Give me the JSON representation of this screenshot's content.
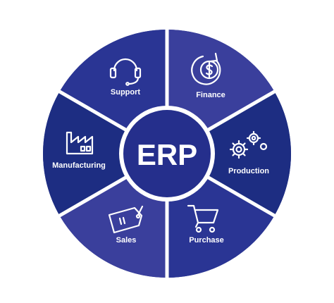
{
  "center": {
    "label": "ERP"
  },
  "colors": {
    "dark": "#1d2d82",
    "mid": "#2a3594",
    "light": "#3a3f9c",
    "center": "#252f8c",
    "white": "#ffffff"
  },
  "segments": [
    {
      "label": "Support",
      "icon": "headset-icon",
      "shade": "mid"
    },
    {
      "label": "Finance",
      "icon": "dollar-coin-icon",
      "shade": "light"
    },
    {
      "label": "Production",
      "icon": "gears-icon",
      "shade": "dark"
    },
    {
      "label": "Purchase",
      "icon": "shopping-cart-icon",
      "shade": "mid"
    },
    {
      "label": "Sales",
      "icon": "price-tag-icon",
      "shade": "light"
    },
    {
      "label": "Manufacturing",
      "icon": "factory-icon",
      "shade": "dark"
    }
  ]
}
